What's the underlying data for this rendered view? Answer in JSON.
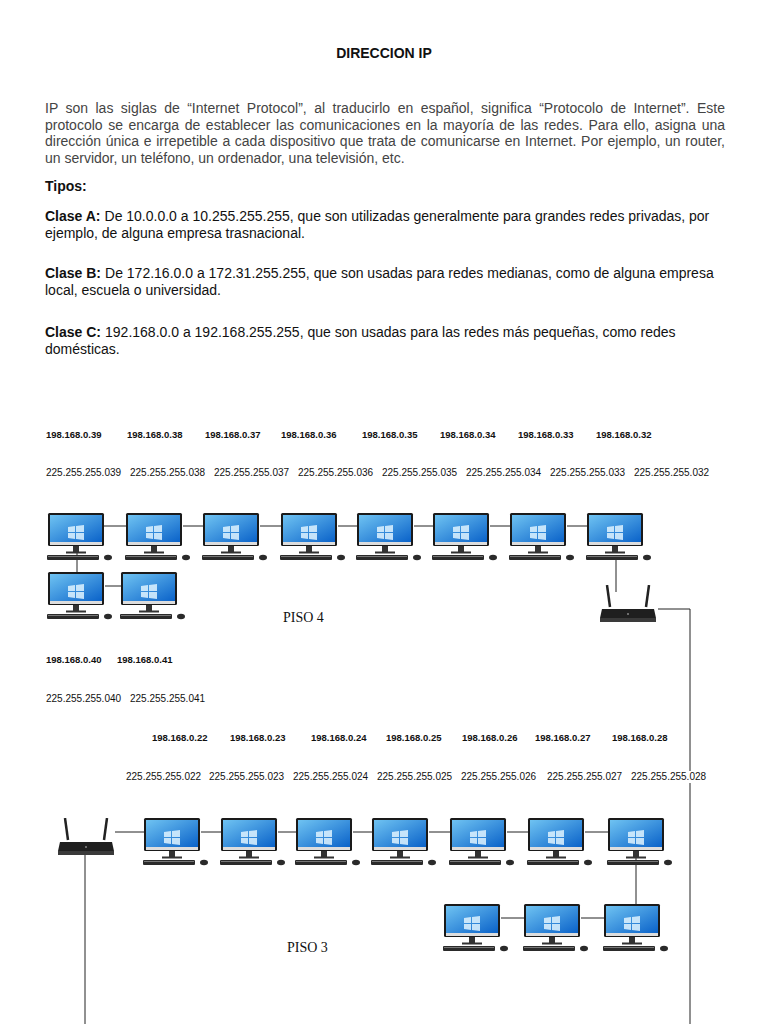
{
  "diagram": {
    "title": "DIRECCION IP",
    "labels": [
      "IP son las siglas de “Internet Protocol”, al traducirlo en español, significa “Protocolo de Internet”. Este protocolo se encarga de establecer las comunicaciones en la mayoría de las redes. Para ello, asigna una dirección única e irrepetible a cada dispositivo que trata de comunicarse en Internet. Por ejemplo, un router, un servidor, un teléfono, un ordenador, una televisión, etc.",
      "Tipos:",
      "Clase A:",
      "De 10.0.0.0 a 10.255.255.255, que son utilizadas generalmente para grandes redes privadas, por ejemplo, de alguna empresa trasnacional.",
      "Clase B:",
      "De 172.16.0.0 a 172.31.255.255, que son usadas para redes medianas, como de alguna empresa local, escuela o universidad.",
      "Clase C:",
      "192.168.0.0 a 192.168.255.255, que son usadas para las redes más pequeñas, como redes domésticas.",
      "198.168.0.39",
      "198.168.0.38",
      "198.168.0.37",
      "198.168.0.36",
      "198.168.0.35",
      "198.168.0.34",
      "198.168.0.33",
      "198.168.0.32",
      "225.255.255.039",
      "225.255.255.038",
      "225.255.255.037",
      "225.255.255.036",
      "225.255.255.035",
      "225.255.255.034",
      "225.255.255.033",
      "225.255.255.032",
      "PISO 4",
      "198.168.0.40",
      "198.168.0.41",
      "225.255.255.040",
      "225.255.255.041",
      "198.168.0.22",
      "198.168.0.23",
      "198.168.0.24",
      "198.168.0.25",
      "198.168.0.26",
      "198.168.0.27",
      "198.168.0.28",
      "225.255.255.022",
      "225.255.255.023",
      "225.255.255.024",
      "225.255.255.025",
      "225.255.255.026",
      "225.255.255.027",
      "225.255.255.028",
      "PISO 3"
    ]
  }
}
